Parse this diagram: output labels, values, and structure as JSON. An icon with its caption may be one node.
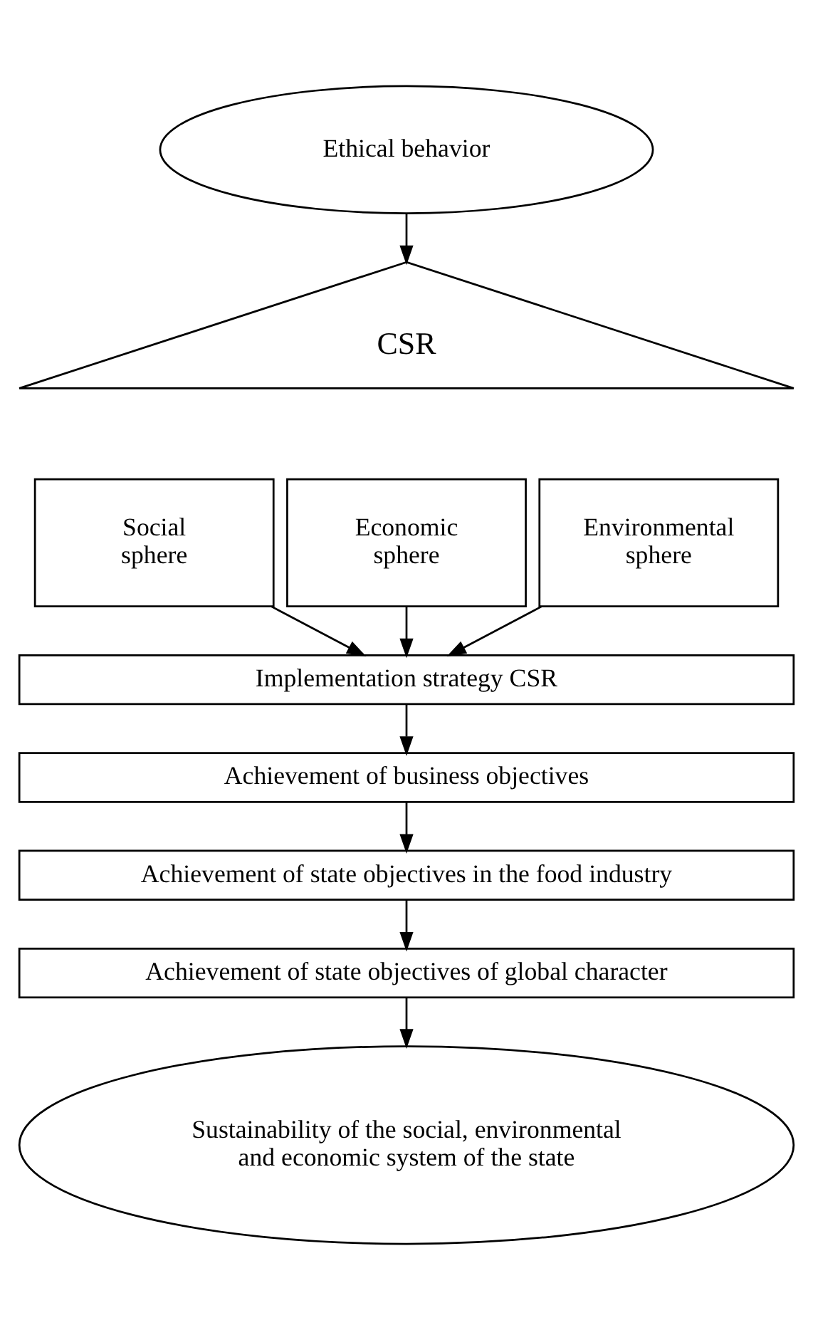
{
  "diagram": {
    "nodes": [
      {
        "text": [
          "Ethical behavior"
        ]
      },
      {
        "text": [
          "CSR"
        ]
      },
      {
        "text": [
          "Social sphere"
        ]
      },
      {
        "text": [
          "Economic sphere"
        ]
      },
      {
        "text": [
          "Environmental sphere"
        ]
      },
      {
        "text": [
          "Implementation strategy CSR"
        ]
      },
      {
        "text": [
          "Achievement of business objectives"
        ]
      },
      {
        "text": [
          "Achievement of state objectives in the food industry"
        ]
      },
      {
        "text": [
          "Achievement of state objectives of global character"
        ]
      },
      {
        "text": [
          "Sustainability of the social, environmental and economic system of the state"
        ]
      }
    ],
    "edges": [
      {
        "from": 0,
        "to": 1,
        "arrow": "to"
      },
      {
        "from": 2,
        "to": 5,
        "arrow": "to"
      },
      {
        "from": 3,
        "to": 5,
        "arrow": "to"
      },
      {
        "from": 4,
        "to": 5,
        "arrow": "to"
      },
      {
        "from": 5,
        "to": 6,
        "arrow": "to"
      },
      {
        "from": 6,
        "to": 7,
        "arrow": "to"
      },
      {
        "from": 7,
        "to": 8,
        "arrow": "to"
      },
      {
        "from": 8,
        "to": 9,
        "arrow": "to"
      }
    ]
  }
}
